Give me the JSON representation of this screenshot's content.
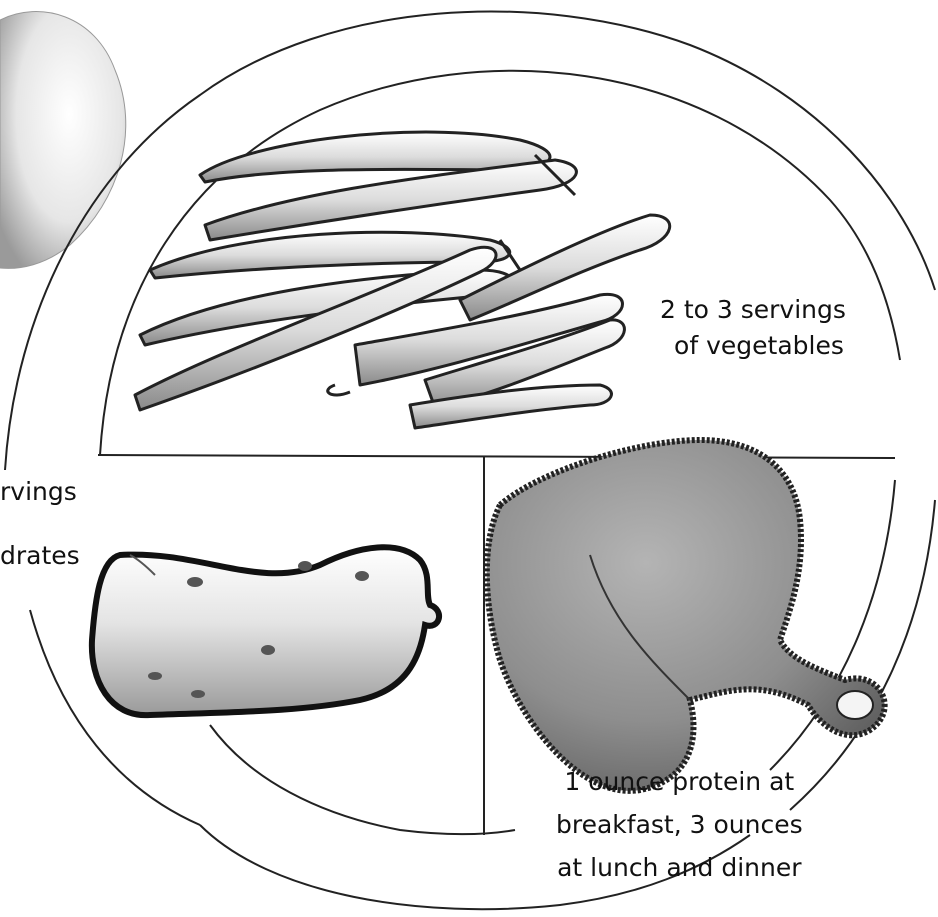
{
  "plate": {
    "vegetables": {
      "line1": "2 to 3 servings",
      "line2": "of vegetables"
    },
    "carbohydrates": {
      "line1": "rvings",
      "line2": "drates"
    },
    "protein": {
      "line1": "1 ounce protein at",
      "line2": "breakfast, 3 ounces",
      "line3": "at lunch and dinner"
    }
  },
  "icons": {
    "fruit": "apple-icon",
    "vegetable": "green-beans-icon",
    "carbohydrate": "potato-icon",
    "protein": "chicken-leg-icon"
  }
}
